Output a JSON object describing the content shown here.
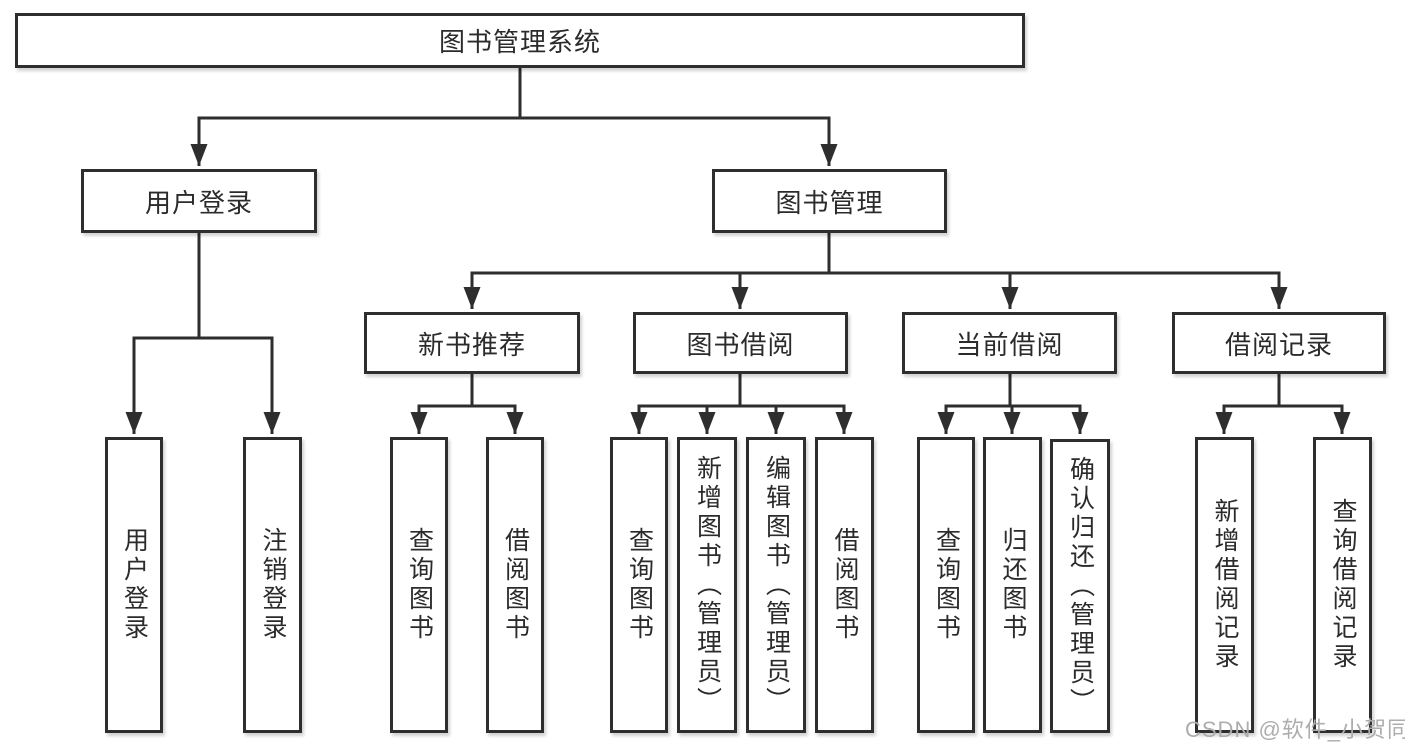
{
  "diagram": {
    "type": "hierarchy-tree",
    "title": "图书管理系统",
    "watermark": "CSDN @软件_小贺同学",
    "colors": {
      "line": "#2e2e2e",
      "box_border": "#2e2e2e",
      "box_fill": "#ffffff",
      "text": "#2b2b2b",
      "watermark": "#adadad",
      "background": "#ffffff"
    }
  },
  "nodes": [
    {
      "id": "root",
      "parent": null,
      "level": 1,
      "label": "图书管理系统"
    },
    {
      "id": "user-login",
      "parent": "root",
      "level": 2,
      "label": "用户登录"
    },
    {
      "id": "book-management",
      "parent": "root",
      "level": 2,
      "label": "图书管理"
    },
    {
      "id": "new-book-recommendation",
      "parent": "book-management",
      "level": 3,
      "label": "新书推荐"
    },
    {
      "id": "book-borrowing",
      "parent": "book-management",
      "level": 3,
      "label": "图书借阅"
    },
    {
      "id": "current-borrowing",
      "parent": "book-management",
      "level": 3,
      "label": "当前借阅"
    },
    {
      "id": "borrowing-records",
      "parent": "book-management",
      "level": 3,
      "label": "借阅记录"
    },
    {
      "id": "user-login-action",
      "parent": "user-login",
      "level": 4,
      "label": "用户登录"
    },
    {
      "id": "logout-action",
      "parent": "user-login",
      "level": 4,
      "label": "注销登录"
    },
    {
      "id": "query-books-recommend",
      "parent": "new-book-recommendation",
      "level": 4,
      "label": "查询图书"
    },
    {
      "id": "borrow-books-recommend",
      "parent": "new-book-recommendation",
      "level": 4,
      "label": "借阅图书"
    },
    {
      "id": "query-books-borrowing",
      "parent": "book-borrowing",
      "level": 4,
      "label": "查询图书"
    },
    {
      "id": "add-books-admin",
      "parent": "book-borrowing",
      "level": 4,
      "label": "新增图书（管理员）"
    },
    {
      "id": "edit-books-admin",
      "parent": "book-borrowing",
      "level": 4,
      "label": "编辑图书（管理员）"
    },
    {
      "id": "borrow-books-borrowing",
      "parent": "book-borrowing",
      "level": 4,
      "label": "借阅图书"
    },
    {
      "id": "query-books-current",
      "parent": "current-borrowing",
      "level": 4,
      "label": "查询图书"
    },
    {
      "id": "return-books",
      "parent": "current-borrowing",
      "level": 4,
      "label": "归还图书"
    },
    {
      "id": "confirm-return-admin",
      "parent": "current-borrowing",
      "level": 4,
      "label": "确认归还（管理员）"
    },
    {
      "id": "add-borrowing-record",
      "parent": "borrowing-records",
      "level": 4,
      "label": "新增借阅记录"
    },
    {
      "id": "query-borrowing-record",
      "parent": "borrowing-records",
      "level": 4,
      "label": "查询借阅记录"
    }
  ]
}
